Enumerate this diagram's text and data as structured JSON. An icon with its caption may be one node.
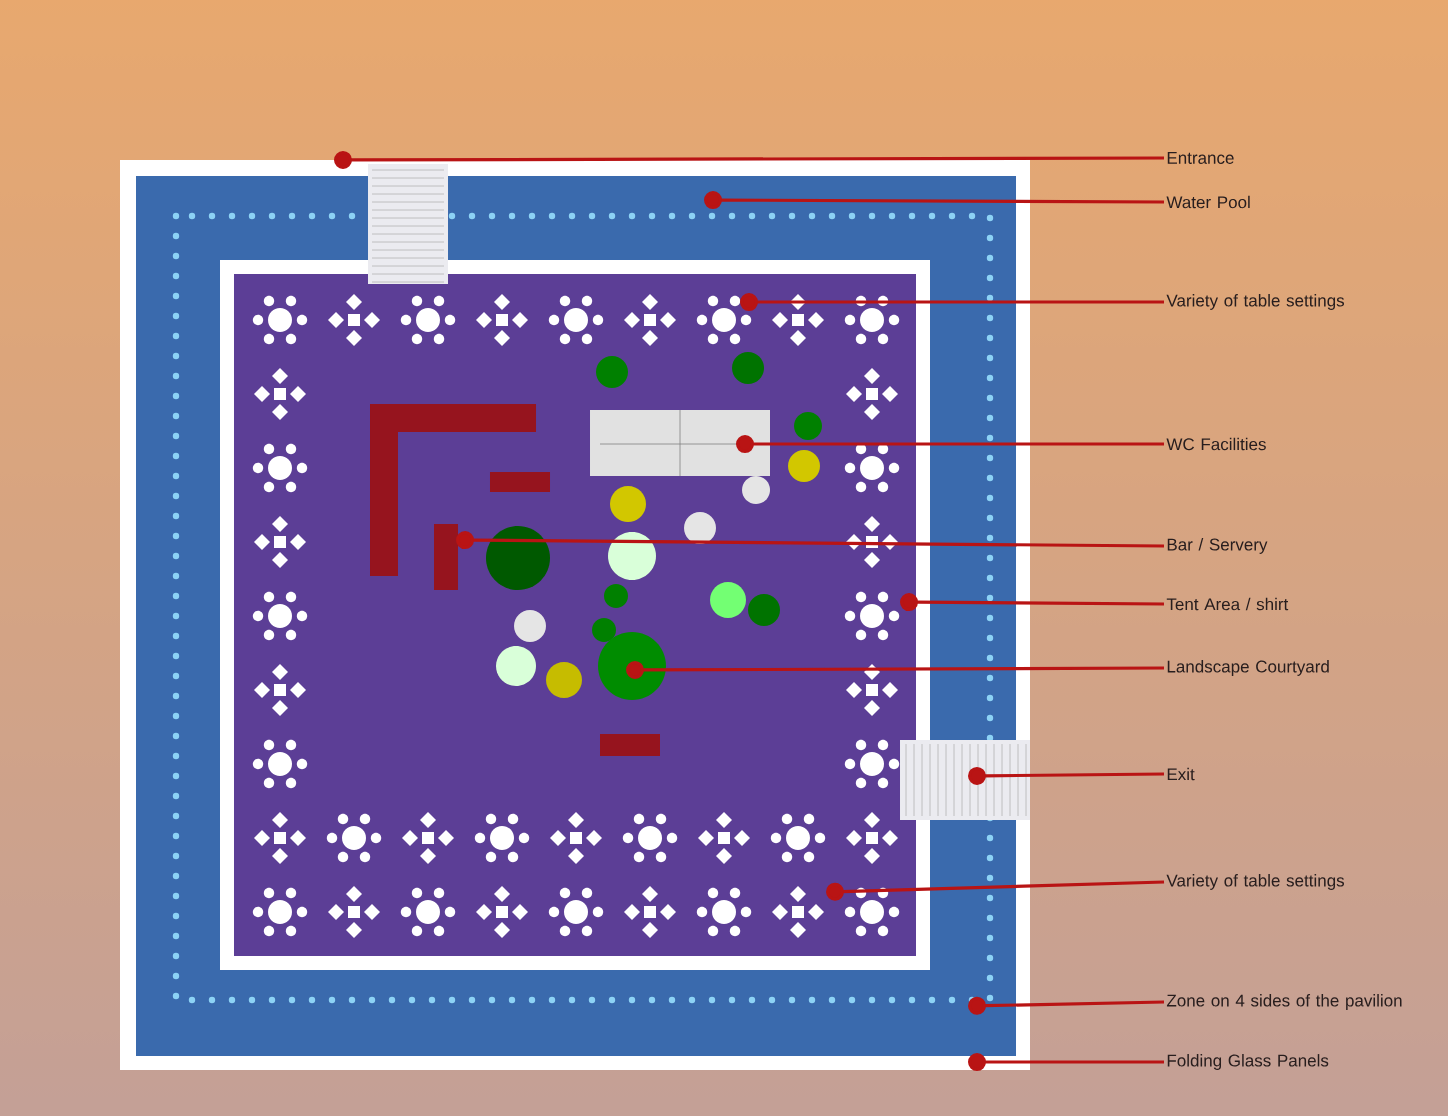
{
  "diagram": {
    "nodes": [
      {
        "text": [
          "Entrance"
        ]
      },
      {
        "text": [
          "Water Pool"
        ]
      },
      {
        "text": [
          "Variety of table settings"
        ]
      },
      {
        "text": [
          "WC Facilities"
        ]
      },
      {
        "text": [
          "Bar / Servery"
        ]
      },
      {
        "text": [
          "Tent Area / shirt"
        ]
      },
      {
        "text": [
          "Landscape Courtyard"
        ]
      },
      {
        "text": [
          "Exit"
        ]
      },
      {
        "text": [
          "Variety of table settings"
        ]
      },
      {
        "text": [
          "Zone on 4 sides of the pavilion"
        ]
      },
      {
        "text": [
          "Folding Glass Panels"
        ]
      }
    ],
    "edges": [
      {
        "from": 0,
        "to": null,
        "arrow": "other"
      },
      {
        "from": 1,
        "to": null,
        "arrow": "other"
      },
      {
        "from": 2,
        "to": null,
        "arrow": "other"
      },
      {
        "from": 3,
        "to": null,
        "arrow": "other"
      },
      {
        "from": 4,
        "to": null,
        "arrow": "other"
      },
      {
        "from": 5,
        "to": null,
        "arrow": "other"
      },
      {
        "from": 6,
        "to": null,
        "arrow": "other"
      },
      {
        "from": 7,
        "to": null,
        "arrow": "other"
      },
      {
        "from": 8,
        "to": null,
        "arrow": "other"
      },
      {
        "from": 9,
        "to": null,
        "arrow": "other"
      },
      {
        "from": 10,
        "to": null,
        "arrow": "other"
      }
    ]
  }
}
